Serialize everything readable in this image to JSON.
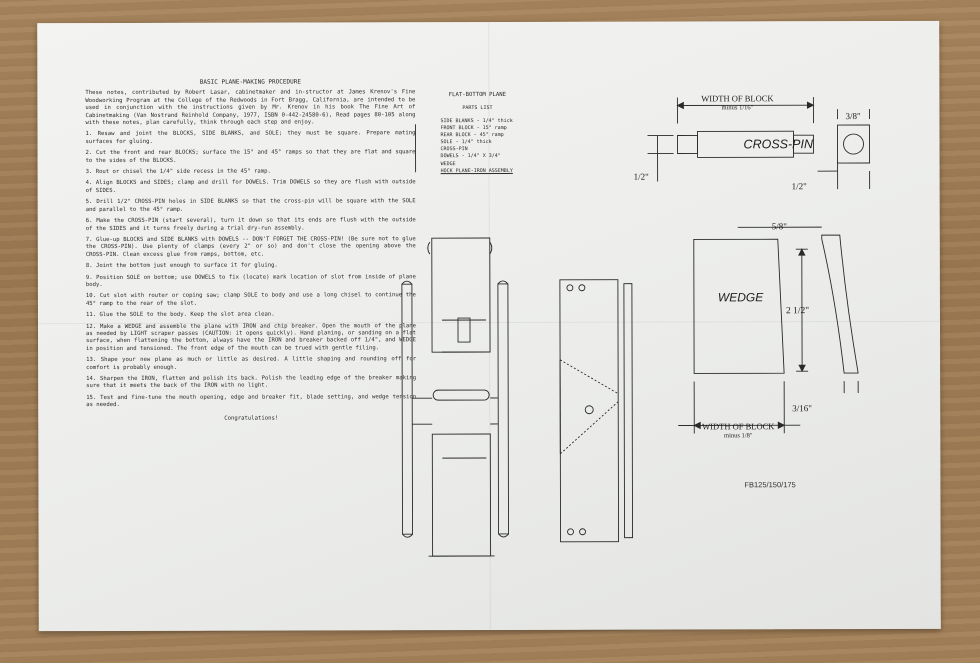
{
  "procedure": {
    "title": "BASIC PLANE-MAKING PROCEDURE",
    "intro": "These notes, contributed by Robert Lasar, cabinetmaker and in-structor at James Krenov's Fine Woodworking Program at the College of the Redwoods in Fort Bragg, California, are intended to be used in conjunction with the instructions given by Mr. Krenov in his book The Fine Art of Cabinetmaking (Van Nostrand Reinhold Company, 1977, ISBN 0-442-24580-6), Read pages 80-105 along with these notes, plan carefully, think through each step and enjoy.",
    "steps": [
      "1.  Resaw and joint the BLOCKS, SIDE BLANKS, and SOLE; they must be square. Prepare mating surfaces for gluing.",
      "2.  Cut the front and rear BLOCKS; surface the 15° and 45° ramps so that they are flat and square to the sides of the BLOCKS.",
      "3.  Rout or chisel the 1/4\" side recess in the 45° ramp.",
      "4.  Align BLOCKS and SIDES; clamp and drill for DOWELS. Trim DOWELS so they are flush with outside of SIDES.",
      "5.  Drill 1/2\" CROSS-PIN holes in SIDE BLANKS so that the cross-pin will be square with the SOLE and parallel to the 45° ramp.",
      "6.  Make the CROSS-PIN (start several), turn it down so that its ends are flush with the outside of the SIDES and it turns freely during a trial dry-run assembly.",
      "7.  Glue-up BLOCKS and SIDE BLANKS with DOWELS -- DON'T FORGET THE CROSS-PIN! (Be sure not to glue the CROSS-PIN). Use plenty of clamps (every 2\" or so) and don't close the opening above the CROSS-PIN. Clean excess glue from ramps, bottom, etc.",
      "8.  Joint the bottom just enough to surface it for gluing.",
      "9.  Position SOLE on bottom; use DOWELS to fix (locate) mark location of slot from inside of plane body.",
      "10.  Cut slot with router or coping saw; clamp SOLE to body and use a long chisel to continue the 45° ramp to the rear of the slot.",
      "11.  Glue the SOLE to the body. Keep the slot area clean.",
      "12.  Make a WEDGE and assemble the plane with IRON and chip breaker. Open the mouth of the plane as needed by LIGHT scraper passes (CAUTION: it opens quickly). Hand planing, or sanding on a flat surface, when flattening the bottom, always have the IRON and breaker backed off 1/4\", and WEDGE in position and tensioned. The front edge of the mouth can be trued with gentle filing.",
      "13.  Shape your new plane as much or little as desired. A little shaping and rounding off for comfort is probably enough.",
      "14.  Sharpen the IRON, flatten and polish its back. Polish the leading edge of the breaker making sure that it meets the back of the IRON with no light.",
      "15.  Test and fine-tune the mouth opening, edge and breaker fit, blade setting, and wedge tension as needed."
    ],
    "closing": "Congratulations!"
  },
  "parts": {
    "title": "FLAT-BOTTOM PLANE",
    "subtitle": "PARTS LIST",
    "items": [
      "SIDE BLANKS - 1/4\" thick",
      "FRONT BLOCK - 15° ramp",
      "REAR BLOCK - 45° ramp",
      "SOLE - 1/4\" thick",
      "CROSS-PIN",
      "DOWELS - 1/4\" X 3/4\"",
      "WEDGE",
      "HOCK PLANE-IRON ASSEMBLY"
    ]
  },
  "crosspin": {
    "label": "CROSS-PIN",
    "width_label": "WIDTH OF BLOCK",
    "width_sub": "minus 1/16\"",
    "dim_top": "3/8\"",
    "dim_left": "1/2\"",
    "dim_right": "1/2\""
  },
  "wedge": {
    "label": "WEDGE",
    "dim_top": "5/8\"",
    "dim_height": "2 1/2\"",
    "dim_bottom": "3/16\"",
    "width_label": "WIDTH OF BLOCK",
    "width_sub": "minus 1/8\""
  },
  "part_number": "FB125/150/175"
}
